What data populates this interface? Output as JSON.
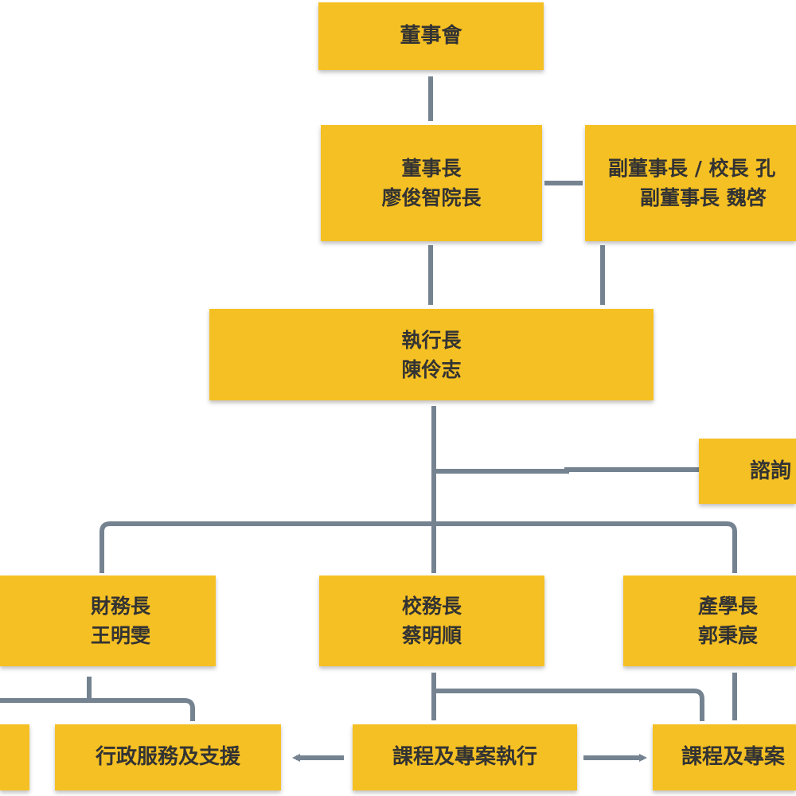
{
  "nodes": {
    "board": {
      "line1": "董事會"
    },
    "chairman": {
      "line1": "董事長",
      "line2": "廖俊智院長"
    },
    "vice_chairman": {
      "line1": "副董事長 / 校長 孔",
      "line2": "副董事長 魏啓"
    },
    "ceo": {
      "line1": "執行長",
      "line2": "陳伶志"
    },
    "advisory": {
      "line1": "諮詢"
    },
    "cfo": {
      "line1": "財務長",
      "line2": "王明雯"
    },
    "school_affairs": {
      "line1": "校務長",
      "line2": "蔡明順"
    },
    "industry": {
      "line1": "產學長",
      "line2": "郭秉宸"
    },
    "admin_support": {
      "line1": "行政服務及支援"
    },
    "course_exec": {
      "line1": "課程及專案執行"
    },
    "course_right": {
      "line1": "課程及專案"
    }
  },
  "colors": {
    "box_fill": "#F5C023",
    "connector": "#758391",
    "text": "#333333"
  }
}
